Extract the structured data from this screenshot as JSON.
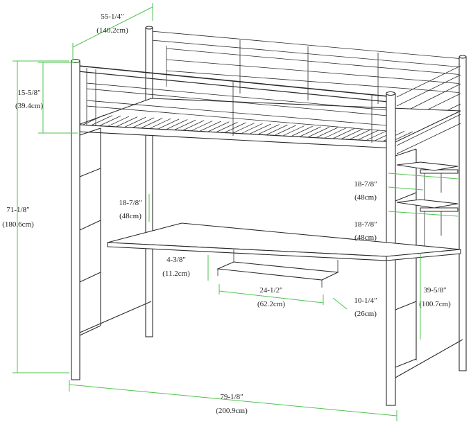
{
  "dimensions": {
    "bed_width": {
      "imperial": "55-1/4″",
      "metric": "(140.2cm)"
    },
    "guardrail_height": {
      "imperial": "15-5/8″",
      "metric": "(39.4cm)"
    },
    "overall_height": {
      "imperial": "71-1/8″",
      "metric": "(180.6cm)"
    },
    "desk_clearance_left": {
      "imperial": "18-7/8″",
      "metric": "(48cm)"
    },
    "shelf_spacing_upper": {
      "imperial": "18-7/8″",
      "metric": "(48cm)"
    },
    "shelf_spacing_lower": {
      "imperial": "18-7/8″",
      "metric": "(48cm)"
    },
    "keyboard_tray_drop": {
      "imperial": "4-3/8″",
      "metric": "(11.2cm)"
    },
    "keyboard_tray_width": {
      "imperial": "24-1/2″",
      "metric": "(62.2cm)"
    },
    "keyboard_tray_depth": {
      "imperial": "10-1/4″",
      "metric": "(26cm)"
    },
    "desk_height": {
      "imperial": "39-5/8″",
      "metric": "(100.7cm)"
    },
    "overall_length": {
      "imperial": "79-1/8″",
      "metric": "(200.9cm)"
    }
  },
  "colors": {
    "dimension_line": "#4fc34f",
    "frame_line": "#2a2a2a",
    "background": "#ffffff"
  }
}
